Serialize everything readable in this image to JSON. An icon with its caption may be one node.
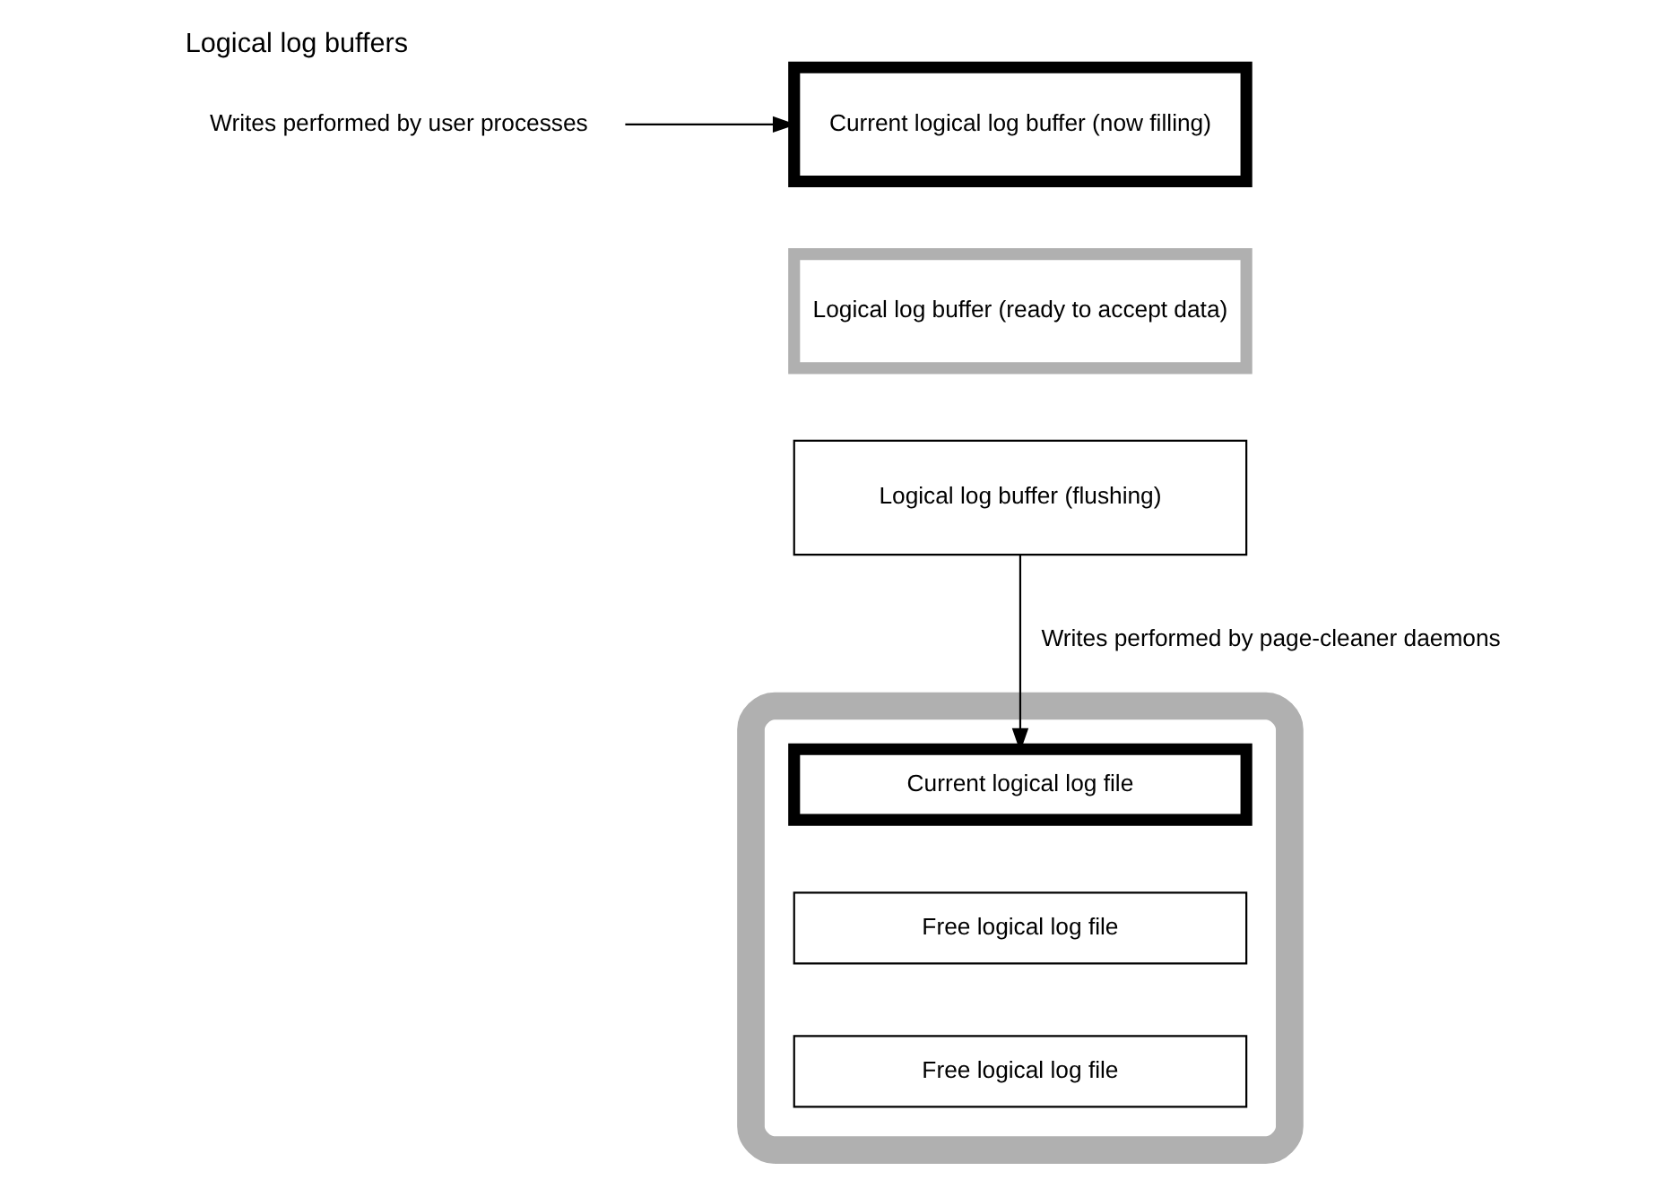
{
  "diagram": {
    "title": "Logical log buffers",
    "nodes": [
      {
        "text": [
          "Current logical log buffer (now filling)"
        ]
      },
      {
        "text": [
          "Logical log buffer (ready to accept data)"
        ]
      },
      {
        "text": [
          "Logical log buffer (flushing)"
        ]
      },
      {
        "text": [
          "Writes performed by user processes"
        ]
      },
      {
        "text": [],
        "shape": "ring"
      },
      {
        "text": [
          "Current logical log file"
        ],
        "in": 4
      },
      {
        "text": [
          "Free logical log file"
        ],
        "in": 4
      },
      {
        "text": [
          "Free logical log file"
        ],
        "in": 4
      }
    ],
    "edges": [
      {
        "from": 3,
        "to": 0,
        "arrow": "to"
      },
      {
        "from": 2,
        "to": 5,
        "arrow": "to",
        "label": "Writes performed by page-cleaner daemons"
      }
    ]
  }
}
